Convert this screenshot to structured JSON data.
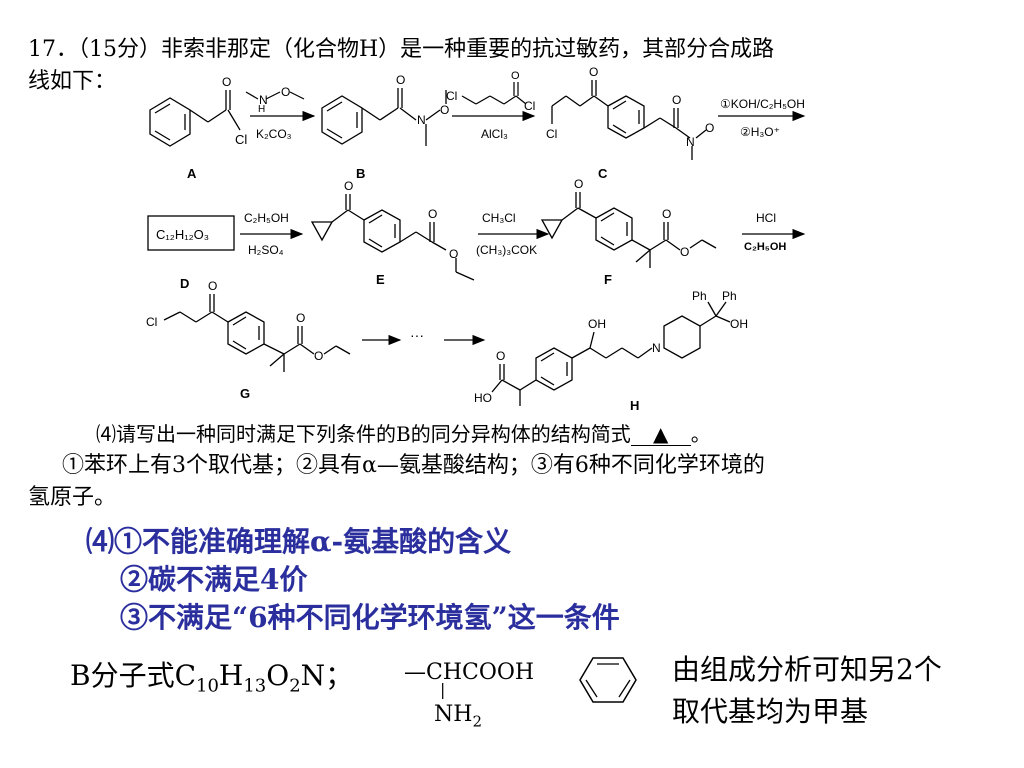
{
  "question": {
    "line1": "17．（15分）非索非那定（化合物H）是一种重要的抗过敏药，其部分合成路",
    "line2": "线如下："
  },
  "scheme": {
    "compound_labels": {
      "A": "A",
      "B": "B",
      "C": "C",
      "D": "D",
      "E": "E",
      "F": "F",
      "G": "G",
      "H": "H"
    },
    "arrow1": {
      "above": "N-methoxy-methylamine",
      "above_text_parts": [
        "H",
        "N",
        "O"
      ],
      "below": "K₂CO₃"
    },
    "arrow2": {
      "above_cl": "Cl",
      "above_label": "O",
      "above_cl2": "Cl",
      "below": "AlCl₃"
    },
    "arrow3": {
      "above": "①KOH/C₂H₅OH",
      "below": "②H₃O⁺"
    },
    "box_D": "C₁₂H₁₂O₃",
    "arrow4": {
      "above": "C₂H₅OH",
      "below": "H₂SO₄"
    },
    "arrow5": {
      "above": "CH₃Cl",
      "below": "(CH₃)₃COK"
    },
    "arrow6": {
      "above": "HCl",
      "below": "C₂H₅OH"
    },
    "ellipsis": "···",
    "atom_labels": {
      "cl": "Cl",
      "o": "O",
      "n": "N",
      "oh": "OH",
      "ho": "HO",
      "ph": "Ph",
      "h": "H"
    }
  },
  "subquestion": {
    "prompt": "⑷请写出一种同时满足下列条件的B的同分异构体的结构简式",
    "blank": "▲",
    "end": "。",
    "conditions_line1": "①苯环上有3个取代基；②具有α—氨基酸结构；③有6种不同化学环境的",
    "conditions_line2": "氢原子。"
  },
  "analysis": {
    "line1": "⑷①不能准确理解α-氨基酸的含义",
    "line2": "②碳不满足4价",
    "line3": "③不满足“6种不同化学环境氢”这一条件"
  },
  "bottom": {
    "formula_prefix": "B分子式",
    "formula_parts": [
      "C",
      "10",
      "H",
      "13",
      "O",
      "2",
      "N",
      "；"
    ],
    "group_top": "—CHCOOH",
    "group_bar": "|",
    "group_bottom": "NH",
    "group_bottom_sub": "2",
    "conclusion_line1": "由组成分析可知另2个",
    "conclusion_line2": "取代基均为甲基"
  },
  "colors": {
    "analysis": "#2b2f9e",
    "text": "#000000"
  }
}
